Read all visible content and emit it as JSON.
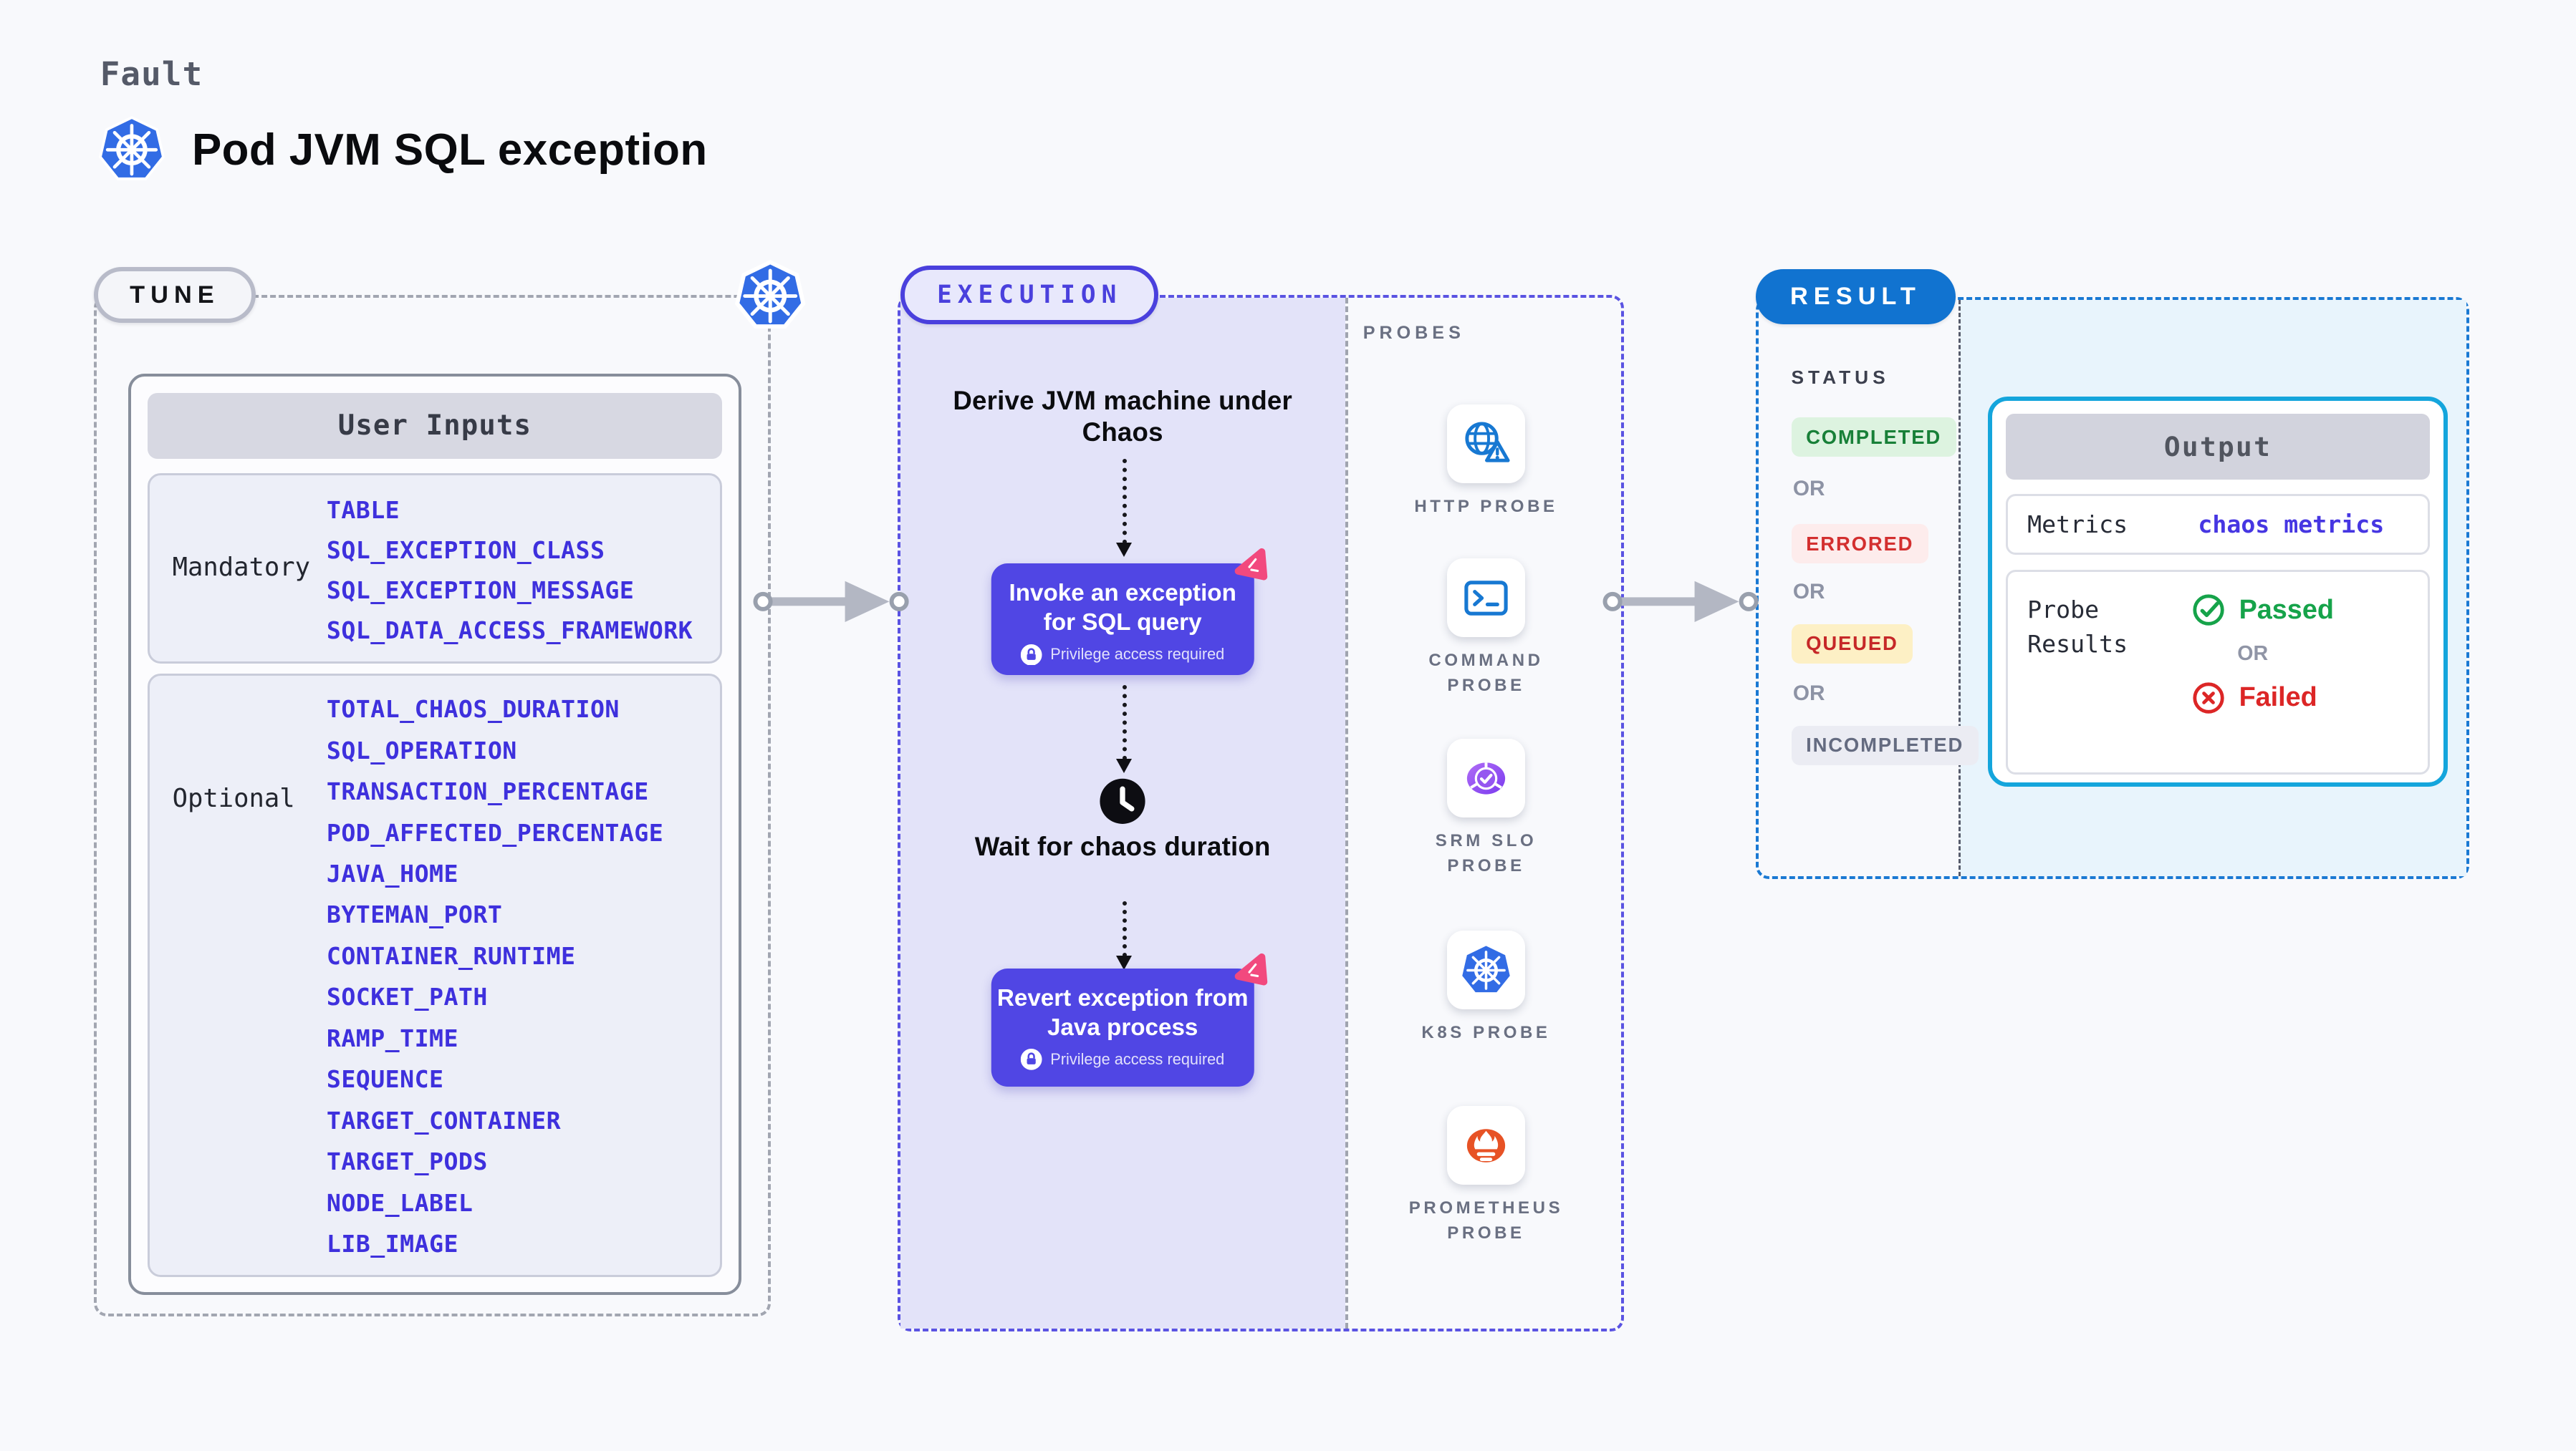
{
  "header": {
    "kicker": "Fault",
    "title": "Pod JVM SQL exception",
    "title_icon": "kubernetes-icon"
  },
  "tune": {
    "label": "TUNE",
    "corner_icon": "kubernetes-icon",
    "user_inputs": {
      "title": "User Inputs",
      "groups": [
        {
          "label": "Mandatory",
          "params": [
            "TABLE",
            "SQL_EXCEPTION_CLASS",
            "SQL_EXCEPTION_MESSAGE",
            "SQL_DATA_ACCESS_FRAMEWORK"
          ]
        },
        {
          "label": "Optional",
          "params": [
            "TOTAL_CHAOS_DURATION",
            "SQL_OPERATION",
            "TRANSACTION_PERCENTAGE",
            "POD_AFFECTED_PERCENTAGE",
            "JAVA_HOME",
            "BYTEMAN_PORT",
            "CONTAINER_RUNTIME",
            "SOCKET_PATH",
            "RAMP_TIME",
            "SEQUENCE",
            "TARGET_CONTAINER",
            "TARGET_PODS",
            "NODE_LABEL",
            "LIB_IMAGE"
          ]
        }
      ]
    }
  },
  "execution": {
    "label": "EXECUTION",
    "flow": {
      "derive": "Derive JVM machine under Chaos",
      "invoke": {
        "text": "Invoke an exception for SQL query",
        "badge": "Privilege access required",
        "icon": "litmus-chaos-icon",
        "lock_icon": "lock-icon"
      },
      "wait": {
        "text": "Wait for chaos duration",
        "icon": "clock-icon"
      },
      "revert": {
        "text": "Revert exception from Java process",
        "badge": "Privilege access required",
        "icon": "litmus-chaos-icon",
        "lock_icon": "lock-icon"
      }
    }
  },
  "probes": {
    "heading": "PROBES",
    "items": [
      {
        "name": "HTTP PROBE",
        "icon": "globe-alert-icon"
      },
      {
        "name": "COMMAND PROBE",
        "icon": "terminal-icon"
      },
      {
        "name": "SRM SLO PROBE",
        "icon": "slo-gauge-icon"
      },
      {
        "name": "K8S PROBE",
        "icon": "kubernetes-icon"
      },
      {
        "name": "PROMETHEUS PROBE",
        "icon": "prometheus-icon"
      }
    ]
  },
  "result": {
    "label": "RESULT",
    "status": {
      "heading": "STATUS",
      "or": "OR",
      "badges": [
        {
          "label": "COMPLETED",
          "color": "#188038",
          "bg": "#ddf3e0"
        },
        {
          "label": "ERRORED",
          "color": "#d32f2f",
          "bg": "#fdecec"
        },
        {
          "label": "QUEUED",
          "color": "#c62828",
          "bg": "#fdf0c5"
        },
        {
          "label": "INCOMPLETED",
          "color": "#646b80",
          "bg": "#ebecf3"
        }
      ]
    },
    "output": {
      "heading": "Output",
      "metrics_label": "Metrics",
      "metrics_value": "chaos metrics",
      "probe_results_label": "Probe Results",
      "passed": "Passed",
      "or": "OR",
      "failed": "Failed",
      "passed_icon": "check-circle-icon",
      "failed_icon": "x-circle-icon"
    }
  },
  "colors": {
    "page_bg": "#f8f9fc",
    "kubernetes_blue": "#326ce5",
    "execution_accent": "#4a40dd",
    "execution_panel": "#e3e3f9",
    "action_box": "#5046e4",
    "litmus_pink": "#f2497e",
    "probe_icon_blue": "#1778d2",
    "slo_purple": "#8b5cf6",
    "prometheus_orange": "#e75225",
    "result_blue": "#1173d0",
    "output_border_cyan": "#14a5dc",
    "output_panel": "#e8f4fc",
    "passed_green": "#16a34a",
    "failed_red": "#dc2626",
    "connector_grey": "#b3b7c3"
  }
}
